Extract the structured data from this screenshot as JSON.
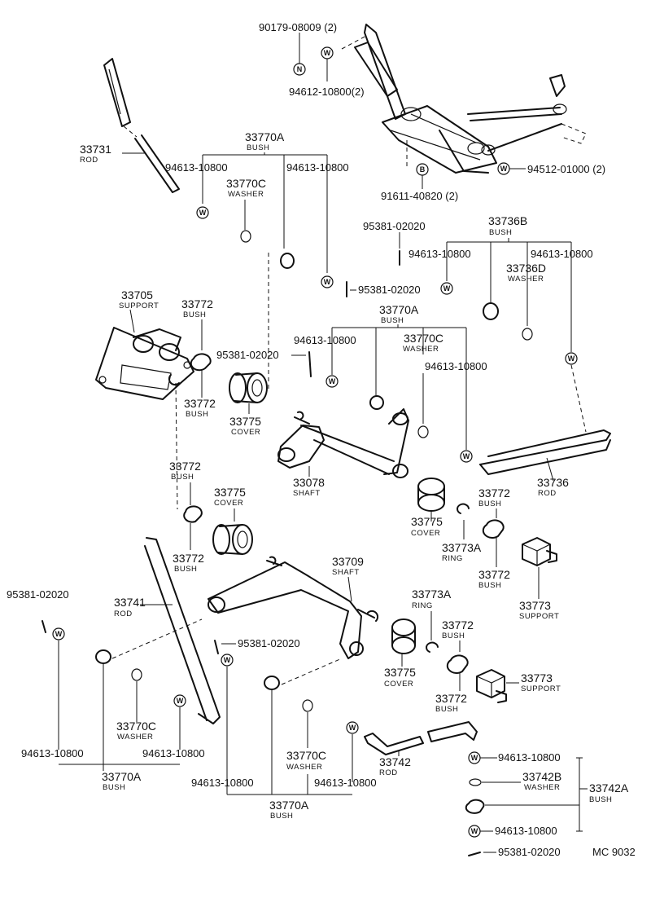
{
  "symbols": {
    "washer": "W",
    "nut": "N",
    "bolt": "B"
  },
  "labels": {
    "nut_90179": "90179-08009 (2)",
    "washer_94612": "94612-10800(2)",
    "washer_94512": "94512-01000 (2)",
    "bolt_91611": "91611-40820 (2)",
    "rod_33731": "33731",
    "rod_33731_sub": "ROD",
    "bush_top_a": "33770A",
    "bush_top_a_sub": "BUSH",
    "w_top_l": "94613-10800",
    "w_top_r": "94613-10800",
    "washer_top_c": "33770C",
    "washer_top_c_sub": "WASHER",
    "pin_top": "95381-02020",
    "bush_36b": "33736B",
    "bush_36b_sub": "BUSH",
    "w_36b_l": "94613-10800",
    "w_36b_r": "94613-10800",
    "washer_36d": "33736D",
    "washer_36d_sub": "WASHER",
    "pin_mid1": "95381-02020",
    "support_33705": "33705",
    "support_33705_sub": "SUPPORT",
    "bush_72a": "33772",
    "bush_72a_sub": "BUSH",
    "bush_72b": "33772",
    "bush_72b_sub": "BUSH",
    "pin_mid2": "95381-02020",
    "cover_75a": "33775",
    "cover_75a_sub": "COVER",
    "bush_mid_a": "33770A",
    "bush_mid_a_sub": "BUSH",
    "w_mid_l": "94613-10800",
    "w_mid_r": "94613-10800",
    "washer_mid_c": "33770C",
    "washer_mid_c_sub": "WASHER",
    "shaft_33078": "33078",
    "shaft_33078_sub": "SHAFT",
    "rod_33736": "33736",
    "rod_33736_sub": "ROD",
    "bush_72c": "33772",
    "bush_72c_sub": "BUSH",
    "cover_75b": "33775",
    "cover_75b_sub": "COVER",
    "bush_72d": "33772",
    "bush_72d_sub": "BUSH",
    "cover_75c": "33775",
    "cover_75c_sub": "COVER",
    "bush_72e": "33772",
    "bush_72e_sub": "BUSH",
    "ring_73a_a": "33773A",
    "ring_73a_a_sub": "RING",
    "bush_72f": "33772",
    "bush_72f_sub": "BUSH",
    "support_73a": "33773",
    "support_73a_sub": "SUPPORT",
    "shaft_33709": "33709",
    "shaft_33709_sub": "SHAFT",
    "pin_low_l": "95381-02020",
    "rod_33741": "33741",
    "rod_33741_sub": "ROD",
    "ring_73a_b": "33773A",
    "ring_73a_b_sub": "RING",
    "bush_72g": "33772",
    "bush_72g_sub": "BUSH",
    "pin_low_m": "95381-02020",
    "cover_75d": "33775",
    "cover_75d_sub": "COVER",
    "support_73b": "33773",
    "support_73b_sub": "SUPPORT",
    "bush_72h": "33772",
    "bush_72h_sub": "BUSH",
    "washer_low_c1": "33770C",
    "washer_low_c1_sub": "WASHER",
    "w_low1_l": "94613-10800",
    "w_low1_r": "94613-10800",
    "bush_low_a1": "33770A",
    "bush_low_a1_sub": "BUSH",
    "washer_low_c2": "33770C",
    "washer_low_c2_sub": "WASHER",
    "rod_33742": "33742",
    "rod_33742_sub": "ROD",
    "w_low2_l": "94613-10800",
    "w_low2_r": "94613-10800",
    "bush_low_a2": "33770A",
    "bush_low_a2_sub": "BUSH",
    "w_kit_1": "94613-10800",
    "washer_42b": "33742B",
    "washer_42b_sub": "WASHER",
    "bush_42a": "33742A",
    "bush_42a_sub": "BUSH",
    "w_kit_2": "94613-10800",
    "pin_kit": "95381-02020",
    "code": "MC 9032"
  }
}
